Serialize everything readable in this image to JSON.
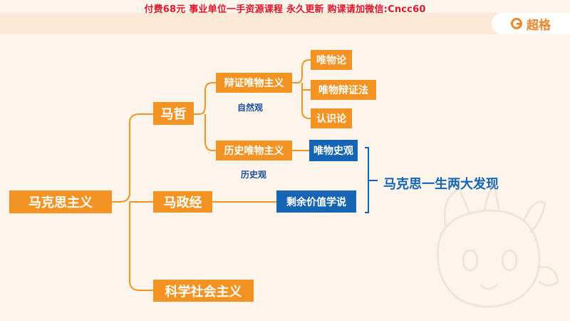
{
  "banner": "付费68元 事业单位一手资源课程 永久更新 购课请加微信:Cncc60",
  "brand": {
    "name": "超格"
  },
  "mindmap": {
    "root": "马克思主义",
    "ma_zhe": "马哲",
    "bianzheng": "辩证唯物主义",
    "ziranguan": "自然观",
    "weiwulun": "唯物论",
    "weiwubianzhengfa": "唯物辩证法",
    "renshilun": "认识论",
    "lishi": "历史唯物主义",
    "lishiguan": "历史观",
    "weiwushiguan": "唯物史观",
    "ma_zhengjing": "马政经",
    "shengyu": "剩余价值学说",
    "kexue": "科学社会主义",
    "two_discoveries": "马克思一生两大发现"
  },
  "colors": {
    "orange": "#f39323",
    "blue": "#1565b4",
    "banner_red": "#e0162b"
  }
}
